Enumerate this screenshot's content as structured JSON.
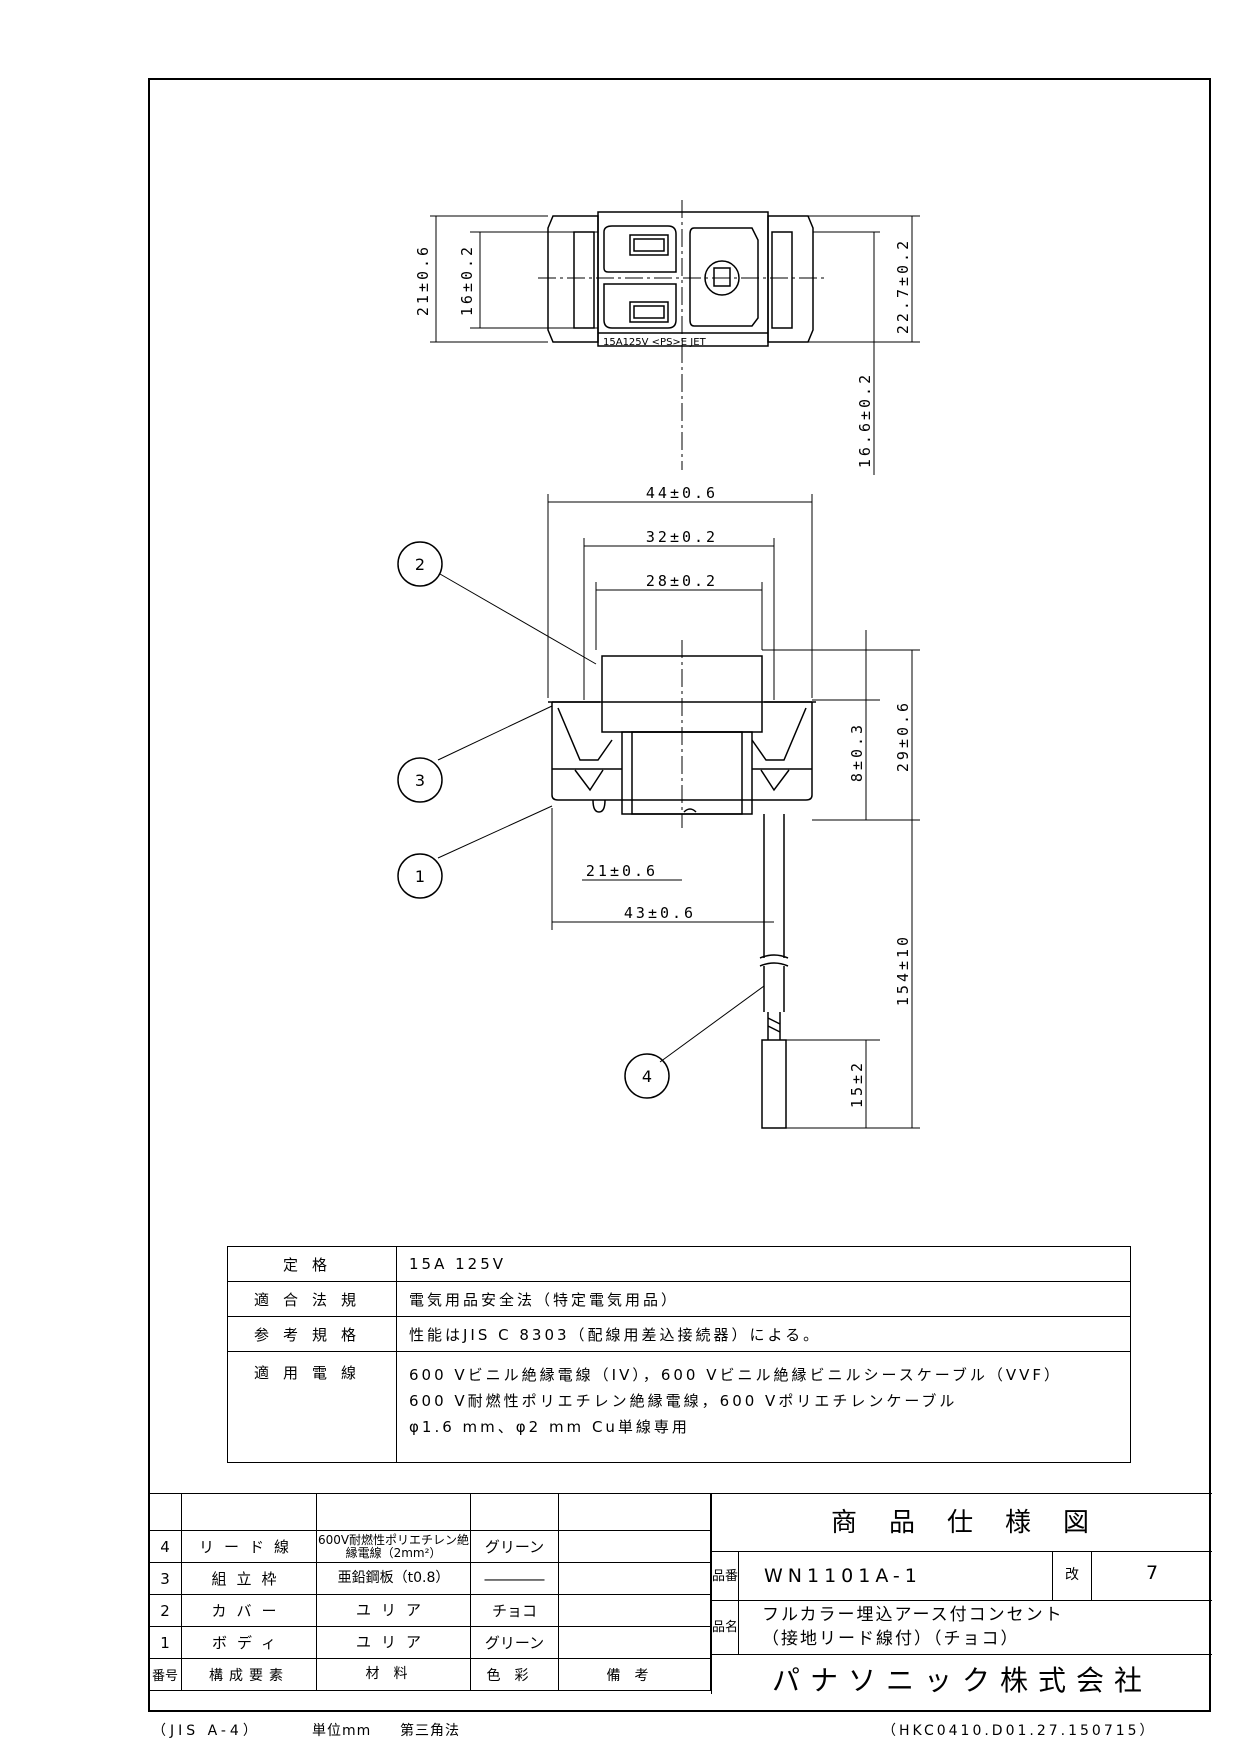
{
  "top_view": {
    "marking": "15A125V <PS>E JET",
    "dims": {
      "d21_06": "21±0.6",
      "d16_02": "16±0.2",
      "d22_7": "22.7±0.2",
      "d16_6": "16.6±0.2"
    }
  },
  "side_view": {
    "dims": {
      "d44": "44±0.6",
      "d32": "32±0.2",
      "d28": "28±0.2",
      "d8": "8±0.3",
      "d29": "29±0.6",
      "d21": "21±0.6",
      "d43": "43±0.6",
      "d154": "154±10",
      "d15": "15±2"
    },
    "callouts": [
      "2",
      "3",
      "1",
      "4"
    ]
  },
  "spec": [
    {
      "key": "定格",
      "lines": [
        "15A 125V"
      ]
    },
    {
      "key": "適合法規",
      "lines": [
        "電気用品安全法（特定電気用品）"
      ]
    },
    {
      "key": "参考規格",
      "lines": [
        "性能はJIS C 8303（配線用差込接続器）による。"
      ]
    },
    {
      "key": "適用電線",
      "lines": [
        "600 Vビニル絶縁電線（IV），600 Vビニル絶縁ビニルシースケーブル（VVF）",
        "600 V耐燃性ポリエチレン絶縁電線，600 Vポリエチレンケーブル",
        "φ1.6 mm、φ2 mm Cu単線専用"
      ]
    }
  ],
  "parts": {
    "rows": [
      {
        "no": "4",
        "name": "リード線",
        "material": "600V耐燃性ポリエチレン絶縁電線（2mm²）",
        "color": "グリーン",
        "remark": ""
      },
      {
        "no": "3",
        "name": "組立枠",
        "material": "亜鉛鋼板（t0.8）",
        "color": "――――",
        "remark": ""
      },
      {
        "no": "2",
        "name": "カバー",
        "material": "ユリア",
        "color": "チョコ",
        "remark": ""
      },
      {
        "no": "1",
        "name": "ボディ",
        "material": "ユリア",
        "color": "グリーン",
        "remark": ""
      }
    ],
    "header": {
      "no": "番号",
      "name": "構成要素",
      "material": "材料",
      "color": "色彩",
      "remark": "備考"
    }
  },
  "title_block": {
    "title": "商品仕様図",
    "part_no_label": "品番",
    "part_no": "WN1101A-1",
    "rev_label": "改",
    "rev": "7",
    "name_label": "品名",
    "name_line1": "フルカラー埋込アース付コンセント",
    "name_line2": "（接地リード線付）（チョコ）",
    "company": "パナソニック株式会社"
  },
  "footer": {
    "left": "（JIS A-4）",
    "unit": "単位mm",
    "projection": "第三角法",
    "right": "（HKC0410.D01.27.150715）"
  }
}
